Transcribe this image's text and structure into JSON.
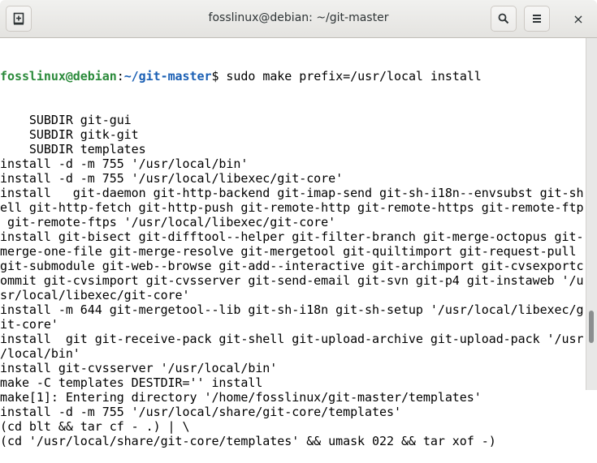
{
  "window": {
    "title": "fosslinux@debian: ~/git-master"
  },
  "toolbar": {
    "new_tab_icon": "new-tab-icon",
    "search_icon": "search-icon",
    "menu_icon": "hamburger-menu-icon",
    "close_icon": "close-icon",
    "close_glyph": "×"
  },
  "terminal": {
    "prompt": {
      "user_host": "fosslinux@debian",
      "sep": ":",
      "path": "~/git-master",
      "symbol": "$",
      "command": " sudo make prefix=/usr/local install"
    },
    "lines": [
      "    SUBDIR git-gui",
      "    SUBDIR gitk-git",
      "    SUBDIR templates",
      "install -d -m 755 '/usr/local/bin'",
      "install -d -m 755 '/usr/local/libexec/git-core'",
      "install   git-daemon git-http-backend git-imap-send git-sh-i18n--envsubst git-sh",
      "ell git-http-fetch git-http-push git-remote-http git-remote-https git-remote-ftp",
      " git-remote-ftps '/usr/local/libexec/git-core'",
      "install git-bisect git-difftool--helper git-filter-branch git-merge-octopus git-",
      "merge-one-file git-merge-resolve git-mergetool git-quiltimport git-request-pull ",
      "git-submodule git-web--browse git-add--interactive git-archimport git-cvsexportc",
      "ommit git-cvsimport git-cvsserver git-send-email git-svn git-p4 git-instaweb '/u",
      "sr/local/libexec/git-core'",
      "install -m 644 git-mergetool--lib git-sh-i18n git-sh-setup '/usr/local/libexec/g",
      "it-core'",
      "install  git git-receive-pack git-shell git-upload-archive git-upload-pack '/usr",
      "/local/bin'",
      "install git-cvsserver '/usr/local/bin'",
      "make -C templates DESTDIR='' install",
      "make[1]: Entering directory '/home/fosslinux/git-master/templates'",
      "install -d -m 755 '/usr/local/share/git-core/templates'",
      "(cd blt && tar cf - .) | \\",
      "(cd '/usr/local/share/git-core/templates' && umask 022 && tar xof -)"
    ]
  },
  "scrollbar": {
    "position_fraction": 0.9
  }
}
